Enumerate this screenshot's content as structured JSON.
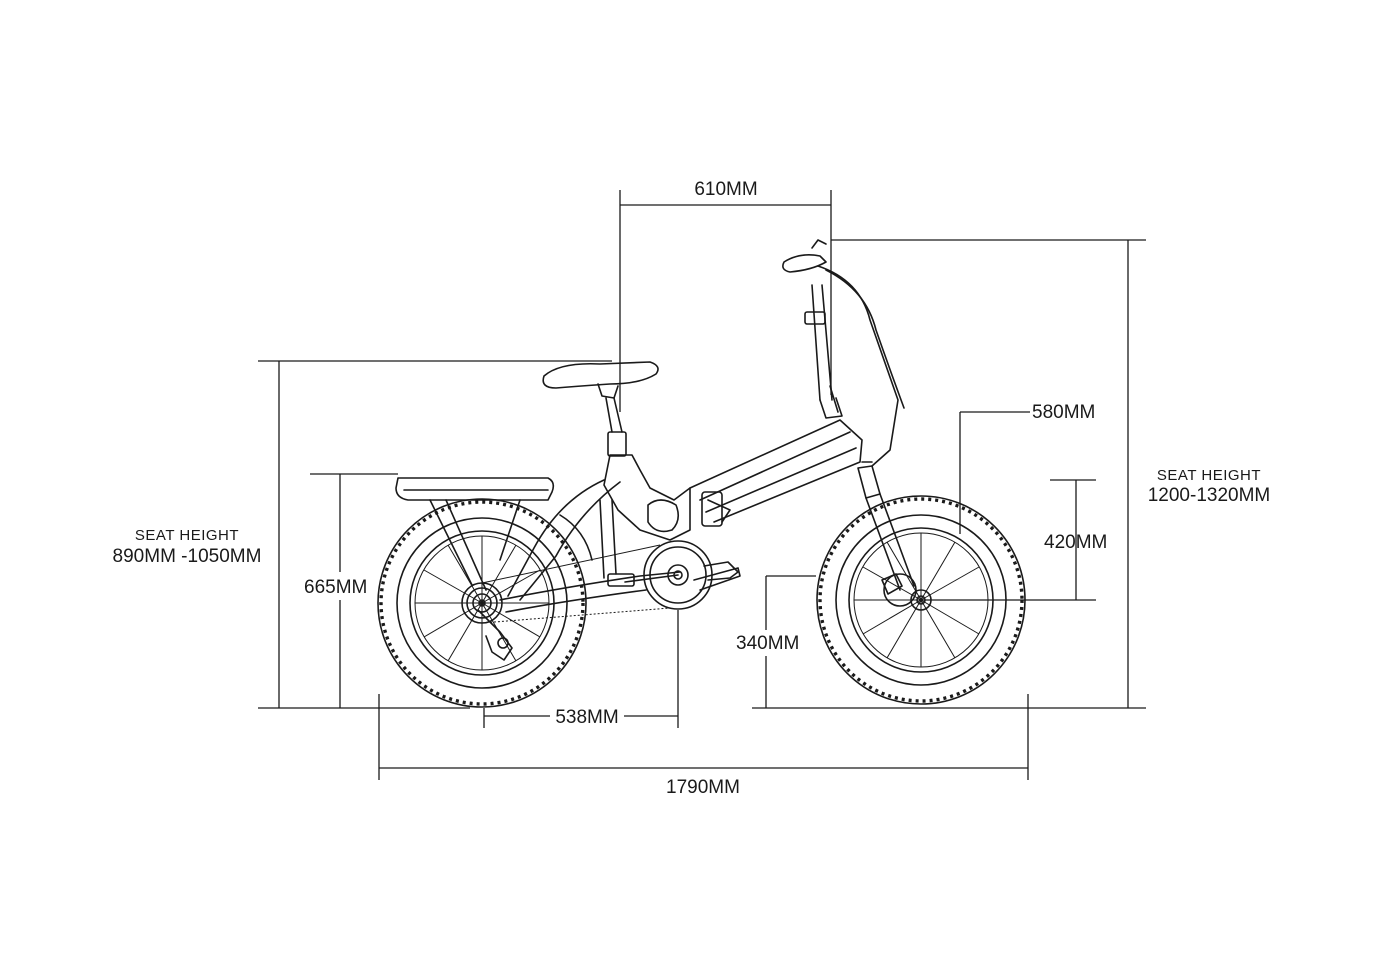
{
  "dimensions": {
    "seat_to_bar": "610MM",
    "front_wheel_diameter": "580MM",
    "fork_height": "420MM",
    "bottom_bracket_height": "340MM",
    "rack_height": "665MM",
    "chainstay": "538MM",
    "overall_length": "1790MM"
  },
  "seat_height_left": {
    "caption": "SEAT HEIGHT",
    "value": "890MM -1050MM"
  },
  "seat_height_right": {
    "caption": "SEAT HEIGHT",
    "value": "1200-1320MM"
  },
  "colors": {
    "line": "#1a1a1a",
    "background": "#ffffff"
  }
}
